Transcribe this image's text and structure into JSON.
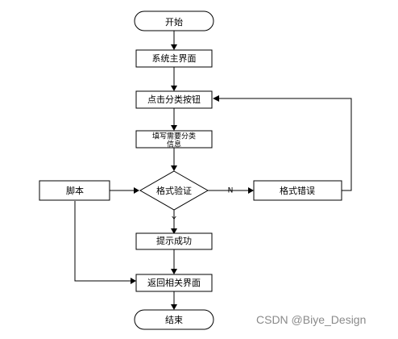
{
  "nodes": {
    "start": "开始",
    "main_ui": "系统主界面",
    "click_category": "点击分类按钮",
    "fill_line1": "填写需要分类",
    "fill_line2": "信息",
    "script": "脚本",
    "validate": "格式验证",
    "format_error": "格式错误",
    "success": "提示成功",
    "return_ui": "返回相关界面",
    "end": "结束"
  },
  "edge_labels": {
    "no": "N",
    "yes": "Y"
  },
  "watermark": "CSDN @Biye_Design"
}
